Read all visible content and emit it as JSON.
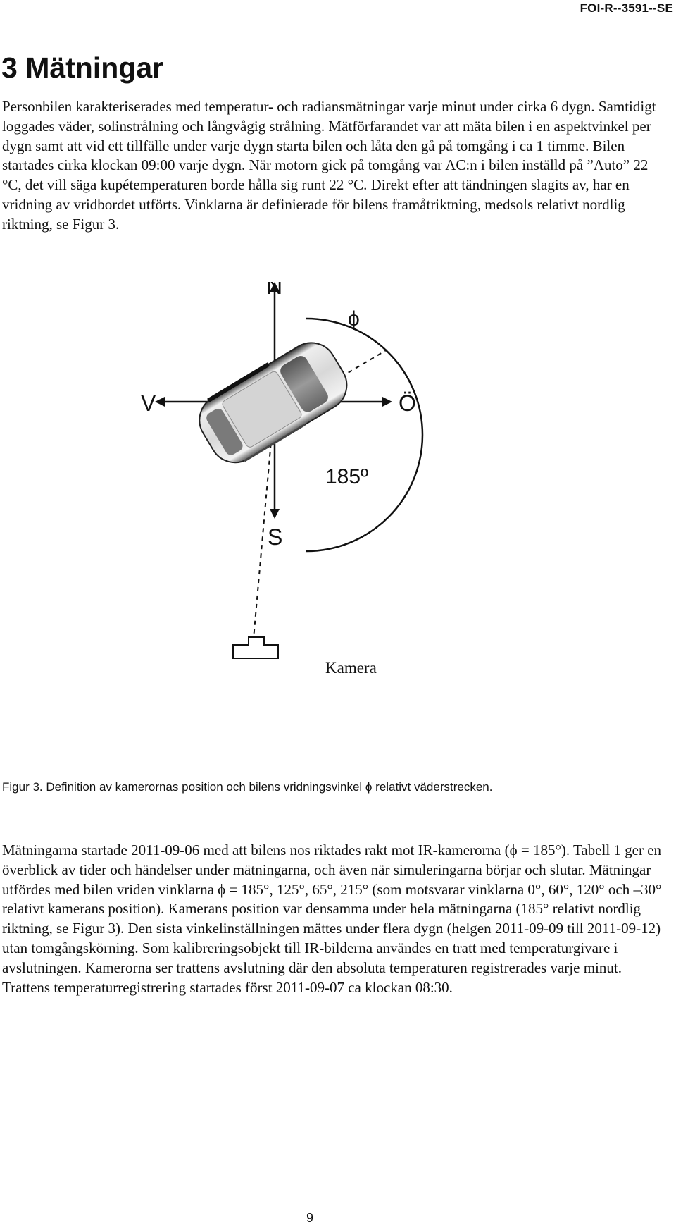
{
  "header": {
    "report_id": "FOI-R--3591--SE"
  },
  "section": {
    "title": "3 Mätningar"
  },
  "paragraphs": {
    "intro": "Personbilen karakteriserades med temperatur- och radiansmätningar varje minut under cirka 6 dygn. Samtidigt loggades väder, solinstrålning och långvågig strålning. Mätförfarandet var att mäta bilen i en aspektvinkel per dygn samt att vid ett tillfälle under varje dygn starta bilen och låta den gå på tomgång i ca 1 timme. Bilen startades cirka klockan 09:00 varje dygn. När motorn gick på tomgång var AC:n i bilen inställd på ”Auto” 22 °C, det vill säga kupétemperaturen borde hålla sig runt 22 °C. Direkt efter att tändningen slagits av, har en vridning av vridbordet utförts. Vinklarna är definierade för bilens framåtriktning, medsols relativt nordlig riktning, se Figur 3.",
    "measurements": "Mätningarna startade 2011-09-06 med att bilens nos riktades rakt mot IR-kamerorna (ϕ = 185°). Tabell 1 ger en överblick av tider och händelser under mätningarna, och även när simuleringarna börjar och slutar. Mätningar utfördes med bilen vriden vinklarna ϕ = 185°, 125°, 65°, 215° (som motsvarar vinklarna 0°, 60°, 120° och –30° relativt kamerans position). Kamerans position var densamma under hela mätningarna (185° relativt nordlig riktning, se Figur 3). Den sista vinkelinställningen mättes under flera dygn (helgen 2011-09-09 till 2011-09-12) utan tomgångskörning. Som kalibreringsobjekt till IR-bilderna användes en tratt med temperaturgivare i avslutningen. Kamerorna ser trattens avslutning där den absoluta temperaturen registrerades varje minut. Trattens temperaturregistrering startades först 2011-09-07 ca klockan 08:30."
  },
  "figure": {
    "label_north": "N",
    "label_west": "V",
    "label_east": "Ö",
    "label_south": "S",
    "label_phi": "ϕ",
    "label_angle": "185º",
    "label_camera": "Kamera",
    "caption": "Figur 3. Definition av kamerornas position och bilens vridningsvinkel ϕ relativt väderstrecken."
  },
  "footer": {
    "page_number": "9"
  }
}
